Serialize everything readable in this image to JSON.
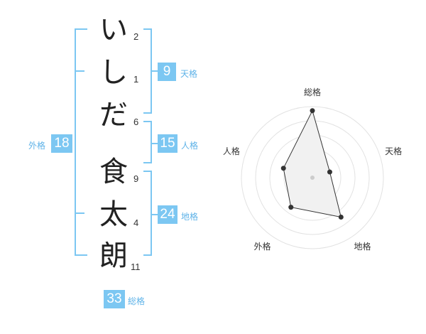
{
  "name_characters": [
    {
      "char": "い",
      "strokes": "2"
    },
    {
      "char": "し",
      "strokes": "1"
    },
    {
      "char": "だ",
      "strokes": "6"
    },
    {
      "char": "食",
      "strokes": "9"
    },
    {
      "char": "太",
      "strokes": "4"
    },
    {
      "char": "朗",
      "strokes": "11"
    }
  ],
  "fortunes": {
    "tenkaku": {
      "value": "9",
      "label": "天格"
    },
    "jinkaku": {
      "value": "15",
      "label": "人格"
    },
    "chikaku": {
      "value": "24",
      "label": "地格"
    },
    "gaikaku": {
      "value": "18",
      "label": "外格"
    },
    "soukaku": {
      "value": "33",
      "label": "総格"
    }
  },
  "colors": {
    "accent": "#7cc7f2",
    "accent_text": "#5fb3e8"
  },
  "chart_data": {
    "type": "radar",
    "axes": [
      "総格",
      "天格",
      "地格",
      "外格",
      "人格"
    ],
    "values": [
      33,
      9,
      24,
      18,
      15
    ],
    "rings": 5
  }
}
